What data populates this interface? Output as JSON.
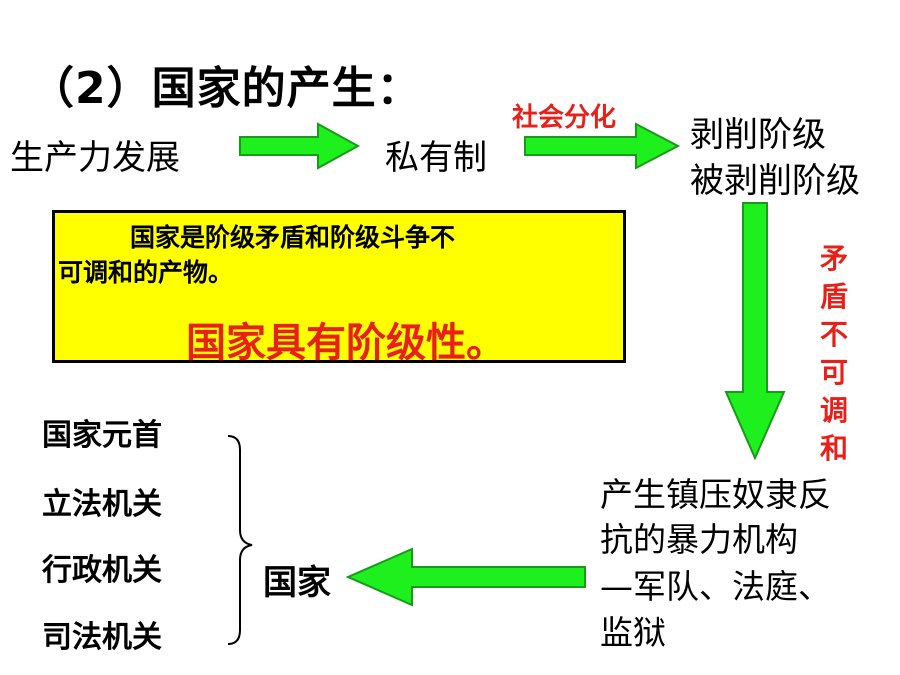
{
  "title": "（2）国家的产生：",
  "flow": {
    "productivity": "生产力发展",
    "private": "私有制",
    "social_division": "社会分化",
    "class_1": "剥削阶级",
    "class_2": "被剥削阶级",
    "contradiction": [
      "矛",
      "盾",
      "不",
      "可",
      "调",
      "和"
    ],
    "repression": [
      "产生镇压奴隶反",
      "抗的暴力机构",
      "—军队、法庭、",
      "监狱"
    ],
    "state": "国家"
  },
  "box": {
    "line1": "国家是阶级矛盾和阶级斗争不",
    "line2": "可调和的产物。",
    "highlight": "国家具有阶级性。"
  },
  "organs": [
    "国家元首",
    "立法机关",
    "行政机关",
    "司法机关"
  ],
  "colors": {
    "arrow_fill": "#1ef01e",
    "arrow_stroke": "#1a9a1a",
    "highlight_red": "#e8201a",
    "box_fill": "#ffff00"
  }
}
